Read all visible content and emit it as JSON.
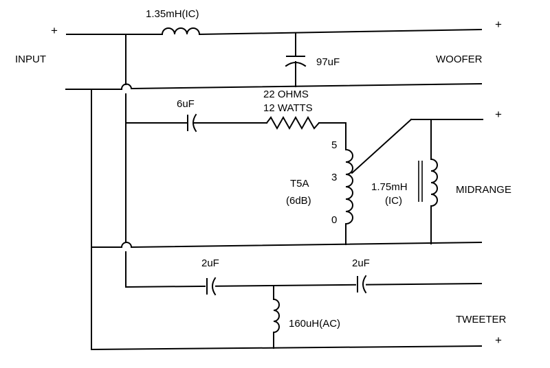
{
  "input": {
    "label": "INPUT",
    "plus": "+"
  },
  "woofer": {
    "label": "WOOFER",
    "plus": "+"
  },
  "midrange": {
    "label": "MIDRANGE",
    "plus": "+"
  },
  "tweeter": {
    "label": "TWEETER",
    "plus": "+"
  },
  "components": {
    "l1": "1.35mH(IC)",
    "c1": "97uF",
    "c2": "6uF",
    "r1_line1": "22  OHMS",
    "r1_line2": "12  WATTS",
    "t1_line1": "T5A",
    "t1_line2": "(6dB)",
    "tap5": "5",
    "tap3": "3",
    "tap0": "0",
    "l2_line1": "1.75mH",
    "l2_line2": "(IC)",
    "c3": "2uF",
    "c4": "2uF",
    "l3": "160uH(AC)"
  }
}
